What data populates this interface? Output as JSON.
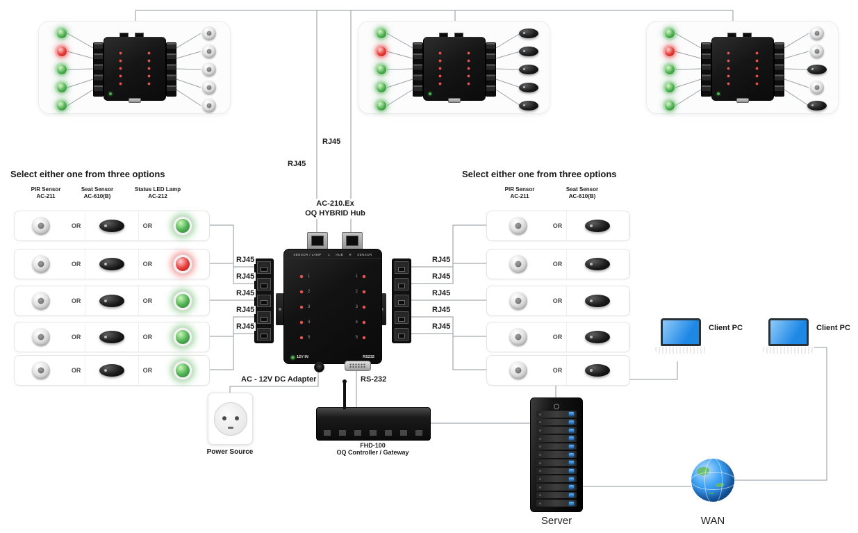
{
  "texts": {
    "select": "Select either one from three options",
    "rj45": "RJ45",
    "or": "OR",
    "adapter": "AC - 12V DC Adapter",
    "rs232": "RS-232",
    "power_source": "Power Source",
    "server": "Server",
    "wan": "WAN",
    "client_pc": "Client PC",
    "hub_title1": "AC-210.Ex",
    "hub_title2": "OQ HYBRID Hub",
    "gw1": "FHD-100",
    "gw2": "OQ Controller / Gateway"
  },
  "hub": {
    "panel_text": "SENSOR / LAMP      L     HUB     R     SENSOR",
    "power_label": "12V IN",
    "serial_label": "RS232",
    "nums": "1\n2\n3\n4\n5"
  },
  "left_columns": [
    {
      "title": "PIR Sensor",
      "model": "AC-211"
    },
    {
      "title": "Seat Sensor",
      "model": "AC-610(B)"
    },
    {
      "title": "Status LED Lamp",
      "model": "AC-212"
    }
  ],
  "right_columns": [
    {
      "title": "PIR Sensor",
      "model": "AC-211"
    },
    {
      "title": "Seat Sensor",
      "model": "AC-610(B)"
    }
  ],
  "left_rows": {
    "lamps": [
      "green",
      "red",
      "green",
      "green",
      "green"
    ]
  },
  "panels": [
    {
      "leds": [
        "green",
        "red",
        "green",
        "green",
        "green"
      ],
      "sensors": [
        "dome",
        "dome",
        "dome",
        "dome",
        "dome"
      ]
    },
    {
      "leds": [
        "green",
        "red",
        "green",
        "green",
        "green"
      ],
      "sensors": [
        "oval",
        "oval",
        "oval",
        "oval",
        "oval"
      ]
    },
    {
      "leds": [
        "green",
        "red",
        "green",
        "green",
        "green"
      ],
      "sensors": [
        "dome",
        "dome",
        "oval",
        "dome",
        "oval"
      ]
    }
  ],
  "colors": {
    "wire": "#8f979e",
    "led_green": "#4caf50",
    "led_red": "#e53935",
    "server_led": "#2196f3",
    "screen_blue": "#42a5f5",
    "globe_blue": "#1565c0"
  }
}
